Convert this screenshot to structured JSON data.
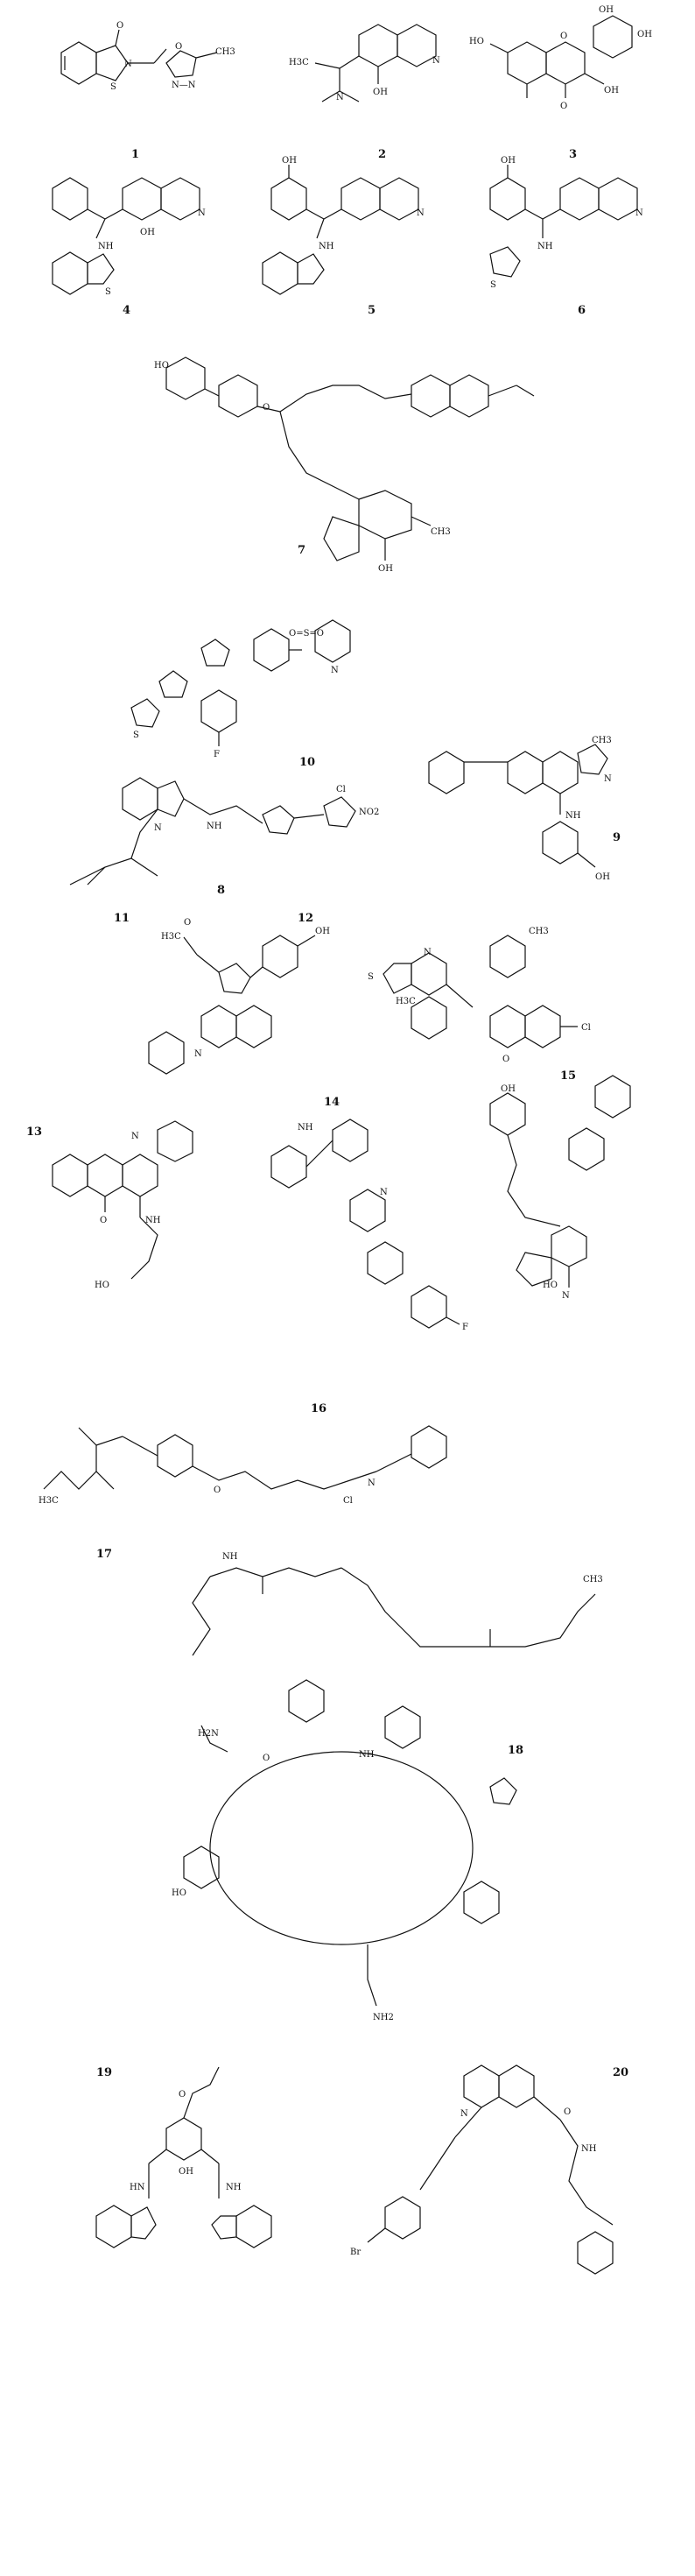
{
  "figure": {
    "compounds": [
      {
        "id": "1",
        "label": "1"
      },
      {
        "id": "2",
        "label": "2"
      },
      {
        "id": "3",
        "label": "3"
      },
      {
        "id": "4",
        "label": "4"
      },
      {
        "id": "5",
        "label": "5"
      },
      {
        "id": "6",
        "label": "6"
      },
      {
        "id": "7",
        "label": "7"
      },
      {
        "id": "10",
        "label": "10"
      },
      {
        "id": "8",
        "label": "8"
      },
      {
        "id": "9",
        "label": "9"
      },
      {
        "id": "11",
        "label": "11"
      },
      {
        "id": "12",
        "label": "12"
      },
      {
        "id": "15",
        "label": "15"
      },
      {
        "id": "13",
        "label": "13"
      },
      {
        "id": "14",
        "label": "14"
      },
      {
        "id": "16",
        "label": "16"
      },
      {
        "id": "17",
        "label": "17"
      },
      {
        "id": "18",
        "label": "18"
      },
      {
        "id": "19",
        "label": "19"
      },
      {
        "id": "20",
        "label": "20"
      }
    ],
    "atom_labels": {
      "c1_O": "O",
      "c1_N": "N",
      "c1_S": "S",
      "c1_CH3": "CH3",
      "c1_ox": "O",
      "c1_nn": "N—N",
      "c2_H3C": "H3C",
      "c2_N": "N",
      "c2_OH": "OH",
      "c2_Nq": "N",
      "c3_HO": "HO",
      "c3_OH1": "OH",
      "c3_OH2": "OH",
      "c3_OH3": "OH",
      "c3_O": "O",
      "c3_Ok": "O",
      "c4_NH": "NH",
      "c4_OH": "OH",
      "c4_N": "N",
      "c4_S": "S",
      "c5_OH": "OH",
      "c5_NH": "NH",
      "c5_N": "N",
      "c6_OH": "OH",
      "c6_NH": "NH",
      "c6_S": "S",
      "c6_N": "N",
      "c7_HO": "HO",
      "c7_O": "O",
      "c7_CH3": "CH3",
      "c7_OH": "OH",
      "c10_F": "F",
      "c10_S": "S",
      "c10_N": "N",
      "c10_SO": "O=S=O",
      "c8_N": "N",
      "c8_NH": "NH",
      "c8_Cl": "Cl",
      "c8_NO2": "NO2",
      "c9_N": "N",
      "c9_NH": "NH",
      "c9_OH": "OH",
      "c9_CH3": "CH3",
      "c15_S": "S",
      "c15_N": "N",
      "c15_Cl": "Cl",
      "c15_O": "O",
      "c15_H3C": "H3C",
      "c15_CH3": "CH3",
      "c12_H3C": "H3C",
      "c12_OH": "OH",
      "c12_O": "O",
      "c12_N": "N",
      "c13_N": "N",
      "c13_NH": "NH",
      "c13_HO": "HO",
      "c13_O": "O",
      "c14_NH": "NH",
      "c14_N": "N",
      "c14_F": "F",
      "c16_OH": "OH",
      "c16_HO": "HO",
      "c16_N": "N",
      "c11_H3C": "H3C",
      "c11_N": "N",
      "c11_Cl": "Cl",
      "c11_O": "O",
      "c17_NH": "NH",
      "c17_CH3": "CH3",
      "c18_H2N": "H2N",
      "c18_HO": "HO",
      "c18_NH2": "NH2",
      "c18_O": "O",
      "c18_NH": "NH",
      "c19_O": "O",
      "c19_OH": "OH",
      "c19_HN": "HN",
      "c19_NH": "NH",
      "c20_N": "N",
      "c20_Br": "Br",
      "c20_O": "O",
      "c20_NH": "NH"
    }
  }
}
